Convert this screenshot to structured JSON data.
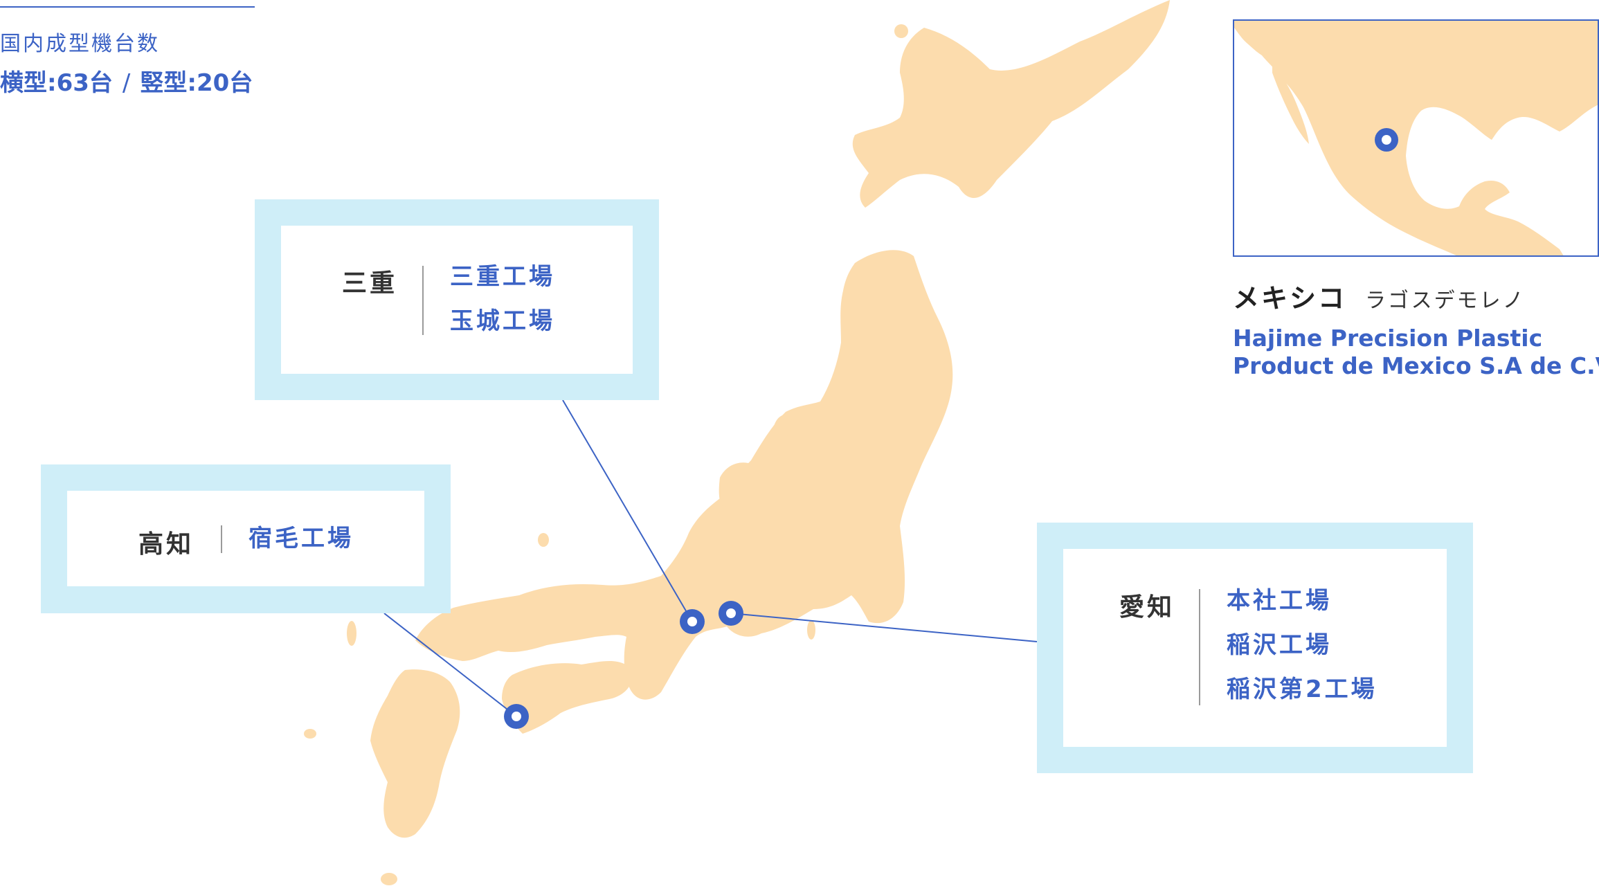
{
  "summary": {
    "label": "国内成型機台数",
    "horizontal": "横型:63台",
    "separator": "/",
    "vertical": "竪型:20台"
  },
  "callouts": {
    "mie": {
      "prefecture": "三重",
      "factories": [
        "三重工場",
        "玉城工場"
      ]
    },
    "kochi": {
      "prefecture": "高知",
      "factories": [
        "宿毛工場"
      ]
    },
    "aichi": {
      "prefecture": "愛知",
      "factories": [
        "本社工場",
        "稲沢工場",
        "稲沢第2工場"
      ]
    }
  },
  "mexico": {
    "country": "メキシコ",
    "city": "ラゴスデモレノ",
    "company_line1": "Hajime Precision Plastic",
    "company_line2": "Product de Mexico S.A de C.V"
  },
  "colors": {
    "accent": "#3c63c5",
    "land": "#fcdcad",
    "callout_frame": "#cfeef8",
    "text_dark": "#333333"
  },
  "icons": [
    "location-pin-icon"
  ]
}
